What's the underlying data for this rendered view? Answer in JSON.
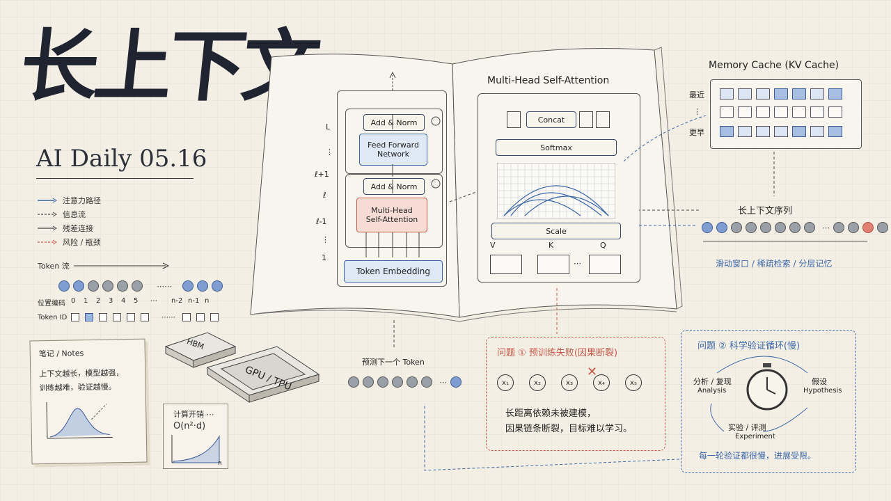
{
  "title": "长上下文",
  "subtitle": "AI Daily 05.16",
  "legend": [
    {
      "label": "注意力路径",
      "style": "blue-solid"
    },
    {
      "label": "信息流",
      "style": "dashed"
    },
    {
      "label": "残差连接",
      "style": "solid"
    },
    {
      "label": "风险 / 瓶颈",
      "style": "red-dashed"
    }
  ],
  "token_flow": {
    "title": "Token 流",
    "pos_label": "位置编码",
    "pos_values": [
      "0",
      "1",
      "2",
      "3",
      "4",
      "5",
      "⋯",
      "n-2",
      "n-1",
      "n"
    ],
    "id_label": "Token ID",
    "ellipsis": "⋯⋯"
  },
  "notes": {
    "title": "笔记 / Notes",
    "line1": "上下文越长，模型越强，",
    "line2": "训练越难，验证越慢。"
  },
  "chips": {
    "hbm": "HBM",
    "gpu": "GPU / TPU"
  },
  "compute": {
    "title": "计算开销 ⋯",
    "formula": "O(n²·d)",
    "axis": "n"
  },
  "transformer": {
    "add_norm_top": "Add & Norm",
    "ffn": "Feed Forward\nNetwork",
    "add_norm_mid": "Add & Norm",
    "mhsa": "Multi-Head\nSelf-Attention",
    "embedding": "Token Embedding",
    "layers": [
      "L",
      "⋮",
      "ℓ+1",
      "ℓ",
      "ℓ-1",
      "⋮",
      "1"
    ]
  },
  "attention": {
    "title": "Multi-Head Self-Attention",
    "concat": "Concat",
    "softmax": "Softmax",
    "scale": "Scale",
    "v": "V",
    "k": "K",
    "q": "Q",
    "ellipsis": "⋯"
  },
  "memory": {
    "title": "Memory Cache (KV Cache)",
    "recent": "最近",
    "dots": "⋮",
    "earlier": "更早"
  },
  "sequence": {
    "title": "长上下文序列",
    "strategies": "滑动窗口 / 稀疏检索 / 分层记忆"
  },
  "predict": {
    "label": "预测下一个 Token"
  },
  "problem1": {
    "title": "问题 ① 预训练失败(因果断裂)",
    "nodes": [
      "x₁",
      "x₂",
      "x₃",
      "x₄",
      "x₅"
    ],
    "line1": "长距离依赖未被建模，",
    "line2": "因果链条断裂，目标难以学习。"
  },
  "problem2": {
    "title": "问题 ② 科学验证循环(慢)",
    "analysis_cn": "分析 / 复现",
    "analysis_en": "Analysis",
    "hypo_cn": "假设",
    "hypo_en": "Hypothesis",
    "exp_cn": "实验 / 评测",
    "exp_en": "Experiment",
    "footer": "每一轮验证都很慢，进展受限。"
  },
  "colors": {
    "accent_blue": "#3b67a8",
    "accent_red": "#c9564a",
    "paper": "#f4efe4"
  }
}
